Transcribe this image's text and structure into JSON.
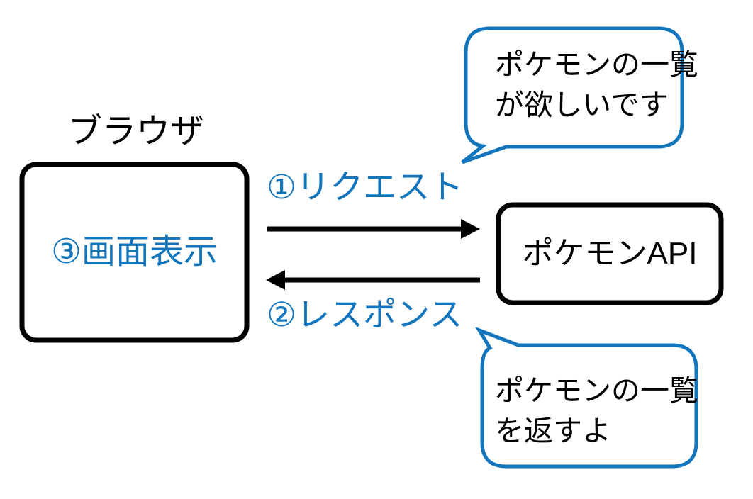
{
  "diagram": {
    "browser": {
      "title": "ブラウザ",
      "box_label": "③画面表示"
    },
    "api": {
      "box_label": "ポケモンAPI"
    },
    "arrows": {
      "request_label": "①リクエスト",
      "response_label": "②レスポンス"
    },
    "bubbles": {
      "request": {
        "lines": [
          "ポケモンの一覧",
          "が欲しいです"
        ]
      },
      "response": {
        "lines": [
          "ポケモンの一覧",
          "を返すよ"
        ]
      }
    },
    "colors": {
      "accent_blue": "#1376bd",
      "line_black": "#000000"
    }
  }
}
